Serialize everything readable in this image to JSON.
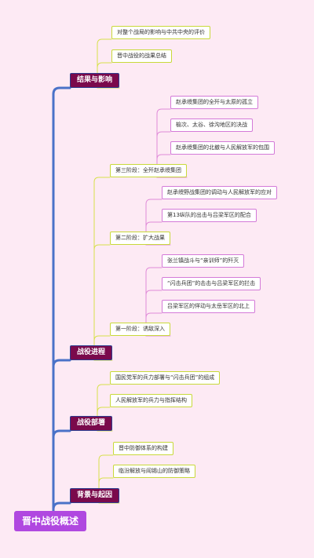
{
  "root": {
    "label": "晋中战役概述"
  },
  "result": {
    "label": "结果与影响",
    "items": [
      "对整个战局的影响与中共中央的评价",
      "晋中战役的战果总结"
    ]
  },
  "process": {
    "label": "战役进程",
    "stage3": {
      "label": "第三阶段：全歼赵承绶集团",
      "items": [
        "赵承绶集团的全歼与太原的孤立",
        "榆次、太谷、徐沟地区的决战",
        "赵承绶集团的北撤与人民解放军的包围"
      ]
    },
    "stage2": {
      "label": "第二阶段：扩大战果",
      "items": [
        "赵承绶野战集团的调动与人民解放军的应对",
        "第13纵队的出击与吕梁军区的配合"
      ]
    },
    "stage1": {
      "label": "第一阶段：诱敌深入",
      "items": [
        "张兰镇战斗与“亲训师”的歼灭",
        "“闪击兵团”的击击与吕梁军区的拦击",
        "吕梁军区的佯动与太岳军区的北上"
      ]
    }
  },
  "deploy": {
    "label": "战役部署",
    "items": [
      "国民党军的兵力部署与“闪击兵团”的组成",
      "人民解放军的兵力与指挥结构"
    ]
  },
  "background": {
    "label": "背景与起因",
    "items": [
      "晋中防御体系的构建",
      "临汾解放与阎锡山的防御策略"
    ]
  },
  "colors": {
    "spine": "#4a72c8",
    "leaf_connector": "#d6e04a",
    "pink_connector": "#e08ad8"
  }
}
